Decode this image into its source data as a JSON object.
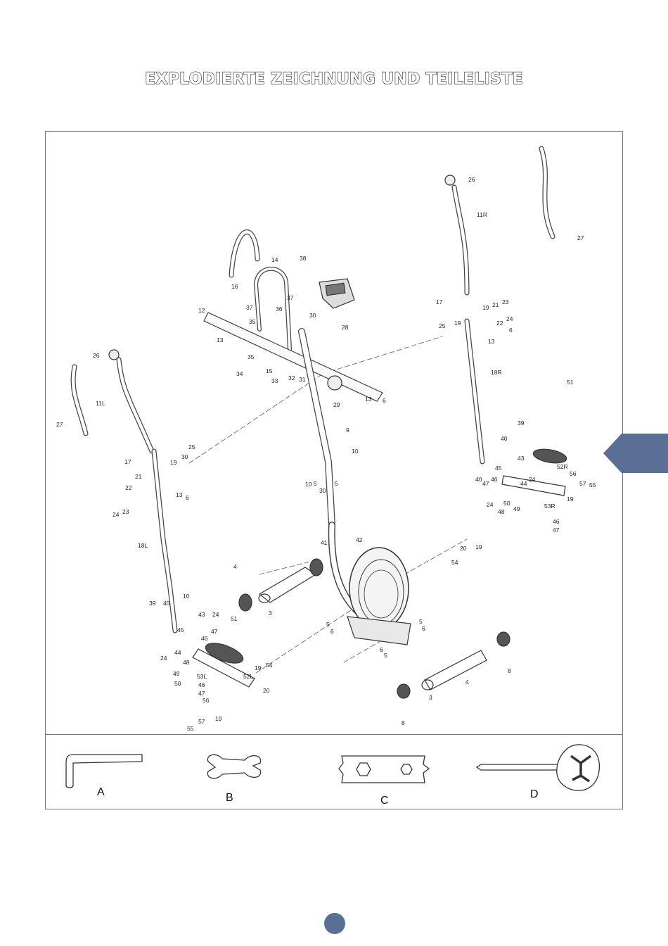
{
  "page": {
    "title": "EXPLODIERTE ZEICHNUNG UND TEILELISTE",
    "accent_color": "#5a6f96"
  },
  "diagram": {
    "part_labels": [
      {
        "text": "14"
      },
      {
        "text": "38"
      },
      {
        "text": "16"
      },
      {
        "text": "37"
      },
      {
        "text": "36"
      },
      {
        "text": "37"
      },
      {
        "text": "35"
      },
      {
        "text": "12"
      },
      {
        "text": "13"
      },
      {
        "text": "30"
      },
      {
        "text": "28"
      },
      {
        "text": "35"
      },
      {
        "text": "15"
      },
      {
        "text": "34"
      },
      {
        "text": "33"
      },
      {
        "text": "32"
      },
      {
        "text": "31"
      },
      {
        "text": "29"
      },
      {
        "text": "13"
      },
      {
        "text": "6"
      },
      {
        "text": "9"
      },
      {
        "text": "10"
      },
      {
        "text": "10"
      },
      {
        "text": "5"
      },
      {
        "text": "30"
      },
      {
        "text": "5"
      },
      {
        "text": "26"
      },
      {
        "text": "11L"
      },
      {
        "text": "27"
      },
      {
        "text": "25"
      },
      {
        "text": "30"
      },
      {
        "text": "17"
      },
      {
        "text": "19"
      },
      {
        "text": "21"
      },
      {
        "text": "22"
      },
      {
        "text": "23"
      },
      {
        "text": "24"
      },
      {
        "text": "13"
      },
      {
        "text": "6"
      },
      {
        "text": "18L"
      },
      {
        "text": "39"
      },
      {
        "text": "40"
      },
      {
        "text": "10"
      },
      {
        "text": "43"
      },
      {
        "text": "24"
      },
      {
        "text": "47"
      },
      {
        "text": "51"
      },
      {
        "text": "45"
      },
      {
        "text": "46"
      },
      {
        "text": "44"
      },
      {
        "text": "24"
      },
      {
        "text": "48"
      },
      {
        "text": "49"
      },
      {
        "text": "53L"
      },
      {
        "text": "50"
      },
      {
        "text": "46"
      },
      {
        "text": "47"
      },
      {
        "text": "52L"
      },
      {
        "text": "19"
      },
      {
        "text": "54"
      },
      {
        "text": "20"
      },
      {
        "text": "56"
      },
      {
        "text": "57"
      },
      {
        "text": "19"
      },
      {
        "text": "55"
      },
      {
        "text": "4"
      },
      {
        "text": "3"
      },
      {
        "text": "41"
      },
      {
        "text": "42"
      },
      {
        "text": "5"
      },
      {
        "text": "6"
      },
      {
        "text": "5"
      },
      {
        "text": "6"
      },
      {
        "text": "6"
      },
      {
        "text": "5"
      },
      {
        "text": "3"
      },
      {
        "text": "4"
      },
      {
        "text": "8"
      },
      {
        "text": "8"
      },
      {
        "text": "26"
      },
      {
        "text": "11R"
      },
      {
        "text": "27"
      },
      {
        "text": "17"
      },
      {
        "text": "19"
      },
      {
        "text": "21"
      },
      {
        "text": "23"
      },
      {
        "text": "24"
      },
      {
        "text": "22"
      },
      {
        "text": "6"
      },
      {
        "text": "25"
      },
      {
        "text": "19"
      },
      {
        "text": "13"
      },
      {
        "text": "18R"
      },
      {
        "text": "40"
      },
      {
        "text": "39"
      },
      {
        "text": "40"
      },
      {
        "text": "51"
      },
      {
        "text": "43"
      },
      {
        "text": "45"
      },
      {
        "text": "52R"
      },
      {
        "text": "47"
      },
      {
        "text": "46"
      },
      {
        "text": "44"
      },
      {
        "text": "24"
      },
      {
        "text": "56"
      },
      {
        "text": "57"
      },
      {
        "text": "55"
      },
      {
        "text": "24"
      },
      {
        "text": "50"
      },
      {
        "text": "48"
      },
      {
        "text": "19"
      },
      {
        "text": "53R"
      },
      {
        "text": "49"
      },
      {
        "text": "46"
      },
      {
        "text": "47"
      },
      {
        "text": "20"
      },
      {
        "text": "54"
      },
      {
        "text": "19"
      }
    ]
  },
  "tools": [
    {
      "label": "A",
      "icon": "allen-key-icon"
    },
    {
      "label": "B",
      "icon": "open-wrench-icon"
    },
    {
      "label": "C",
      "icon": "multi-socket-wrench-icon"
    },
    {
      "label": "D",
      "icon": "screwdriver-wrench-icon"
    }
  ]
}
